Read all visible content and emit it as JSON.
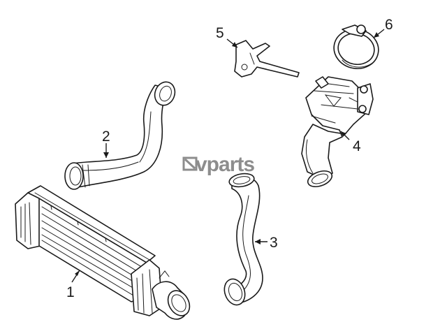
{
  "watermark": {
    "text": "vparts",
    "color": "#8d8d8d"
  },
  "callouts": [
    {
      "id": "1",
      "label": "1"
    },
    {
      "id": "2",
      "label": "2"
    },
    {
      "id": "3",
      "label": "3"
    },
    {
      "id": "4",
      "label": "4"
    },
    {
      "id": "5",
      "label": "5"
    },
    {
      "id": "6",
      "label": "6"
    }
  ],
  "colors": {
    "line": "#1a1a1a",
    "background": "#ffffff",
    "watermark": "#8d8d8d"
  }
}
